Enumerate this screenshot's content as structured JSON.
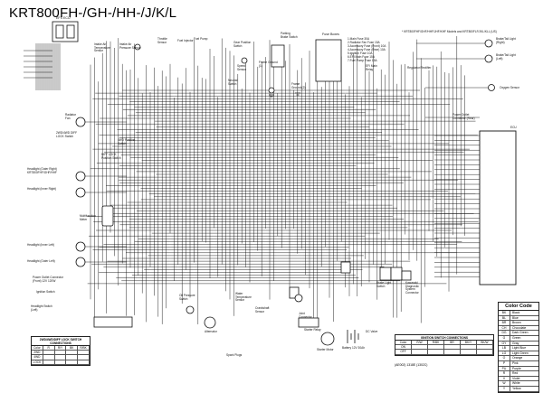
{
  "title": "KRT800FH-/GH-/HH-/J/K/L",
  "labels": {
    "efi_ecu": "EFS ECU",
    "intake_air_temp": "Intake Air Temperature Sensor",
    "intake_air_pressure": "Intake Air Pressure Sensor",
    "throttle_sensor": "Throttle Sensor",
    "fuel_injector": "Fuel Injector",
    "fuel_pump": "Fuel Pump",
    "gear_position": "Gear Position Switch",
    "speed_sensor": "Speed Sensor",
    "neutral_switch": "Neutral Switch",
    "parking_brake": "Parking Brake Switch",
    "frame_ground_1": "Frame Ground (1)",
    "frame_ground_2": "Frame Ground (2)",
    "fuse_boxes": "Fuse Boxes",
    "efi_main_relay": "EFI Main Relay",
    "regulator_rectifier": "Regulator/Rectifier",
    "fuse_list_1": "1.Main Fuse 30A",
    "fuse_list_2": "2.Radiator Fan Fuse 15A",
    "fuse_list_3": "3.Accessory Fuse (Front) 10A",
    "fuse_list_4": "4.Accessory Fuse (Rear) 10A",
    "fuse_list_5": "5.Ignition Fuse 10A",
    "fuse_list_6": "6.EFI Main Fuse 15A",
    "fuse_list_7": "7.Fuel Pump Fuse 15A",
    "model_note": "* KRT800FHF/GHF/HHF/JHF/KHF Models and KRT800FLF/JKL/KLL (US)",
    "brake_tail_right": "Brake/Tail Light (Right)",
    "brake_tail_left": "Brake/Tail Light (Left)",
    "oxygen_sensor": "Oxygen Sensor",
    "power_outlet_rear": "Power Outlet Connector (Rear)",
    "radiator_fan": "Radiator Fan",
    "fan_switch": "2WD/4WD DIFF LOCK Switch",
    "fwd_position": "4WD Position Switch",
    "diff_lock": "DIFF LOCK Position Switch",
    "headlight_outer_right": "Headlight (Outer Right) KRT800FHF/GHF/HHF",
    "headlight_inner_right": "Headlight (Inner Right)",
    "multifunction_meter": "Multifunction Meter",
    "headlight_inner_left": "Headlight (Inner Left)",
    "headlight_outer_left": "Headlight (Outer Left)",
    "power_outlet_front": "Power Outlet Connector (Front) 12V 120W",
    "ignition_switch": "Ignition Switch",
    "headlight_switch": "Headlight Switch (Left)",
    "alternator": "Alternator",
    "oil_pressure": "Oil Pressure Switch",
    "crankshaft_sensor": "Crankshaft Sensor",
    "water_temp": "Water Temperature Sensor",
    "spark_plugs": "Spark Plugs",
    "starter_relay": "Starter Relay",
    "starter_motor": "Starter Motor",
    "battery": "Battery 12V 30Ah",
    "dc_valve": "DC Valve",
    "ecu_right": "ECU",
    "kawasaki_diagnostic": "Kawasaki Diagnostic System Connector",
    "joint_connector": "Joint Connector",
    "brake_switch": "Brake Light Switch"
  },
  "legend": {
    "title": "Color Code",
    "rows": [
      {
        "code": "BK",
        "name": "Black"
      },
      {
        "code": "BL",
        "name": "Blue"
      },
      {
        "code": "BR",
        "name": "Brown"
      },
      {
        "code": "CH",
        "name": "Chocolate"
      },
      {
        "code": "DG",
        "name": "Dark Green"
      },
      {
        "code": "G",
        "name": "Green"
      },
      {
        "code": "GY",
        "name": "Gray"
      },
      {
        "code": "LB",
        "name": "Light Blue"
      },
      {
        "code": "LG",
        "name": "Light Green"
      },
      {
        "code": "O",
        "name": "Orange"
      },
      {
        "code": "P",
        "name": "Pink"
      },
      {
        "code": "PU",
        "name": "Purple"
      },
      {
        "code": "R",
        "name": "Red"
      },
      {
        "code": "V",
        "name": "Violet"
      },
      {
        "code": "W",
        "name": "White"
      },
      {
        "code": "Y",
        "name": "Yellow"
      }
    ]
  },
  "table_left": {
    "title": "2WD/4WD/DIFF LOCK SWITCH CONNECTIONS",
    "headers": [
      "Color",
      "R",
      "R/Y",
      "BK",
      "R/BK"
    ],
    "rows": [
      [
        "2WD",
        "",
        "",
        "",
        ""
      ],
      [
        "4WD",
        "",
        "",
        "",
        ""
      ],
      [
        "LOCK",
        "",
        "",
        "",
        ""
      ]
    ]
  },
  "table_right": {
    "title": "IGNITION SWITCH CONNECTIONS",
    "headers": [
      "Color",
      "R/W",
      "R/BK",
      "BR",
      "BK/Y",
      "BK/W"
    ],
    "rows": [
      [
        "ON",
        "",
        "",
        "",
        "",
        ""
      ],
      [
        "OFF",
        "",
        "",
        "",
        "",
        ""
      ]
    ]
  },
  "part_code": "(AE002) 1318E (1302C)",
  "colors": {
    "ink": "#111111",
    "paper": "#ffffff"
  }
}
